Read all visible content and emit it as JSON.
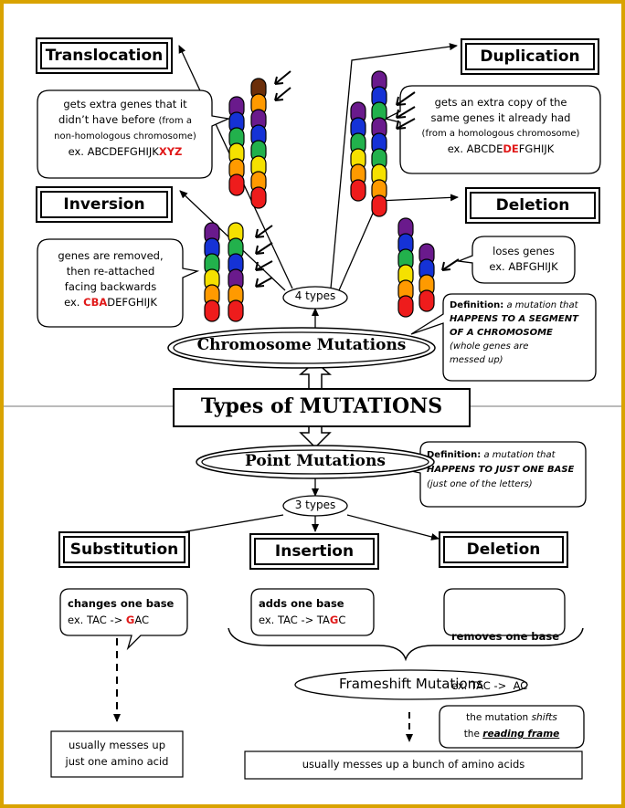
{
  "colors": {
    "border": "#d9a300",
    "red": "#e01919"
  },
  "main_title": "Types of MUTATIONS",
  "chromosome": {
    "title": "Chromosome Mutations",
    "count": "4 types",
    "definition_label": "Definition:",
    "definition_text": "a mutation that",
    "definition_caps_1": "HAPPENS TO A SEGMENT",
    "definition_caps_2": "OF A CHROMOSOME",
    "definition_note_1": "(whole genes are",
    "definition_note_2": "messed up)",
    "translocation": {
      "label": "Translocation",
      "line1": "gets extra genes that it",
      "line2a": "didn’t have before",
      "line2b": "(from a",
      "line3": "non-homologous chromosome)",
      "ex_prefix": "ex. ABCDEFGHIJK",
      "ex_red": "XYZ"
    },
    "duplication": {
      "label": "Duplication",
      "line1": "gets an extra copy of the",
      "line2": "same genes it already had",
      "line3": "(from a homologous chromosome)",
      "ex_prefix": "ex. ABCDE",
      "ex_red": "DE",
      "ex_suffix": "FGHIJK"
    },
    "inversion": {
      "label": "Inversion",
      "line1": "genes are removed,",
      "line2": "then re-attached",
      "line3": "facing backwards",
      "ex_prefix": "ex. ",
      "ex_red": "CBA",
      "ex_suffix": "DEFGHIJK"
    },
    "deletion": {
      "label": "Deletion",
      "line1": "loses genes",
      "line2": "ex. ABFGHIJK"
    }
  },
  "point": {
    "title": "Point Mutations",
    "count": "3 types",
    "definition_label": "Definition:",
    "definition_text": "a mutation that",
    "definition_caps": "HAPPENS TO JUST ONE BASE",
    "definition_note": "(just one of the letters)",
    "substitution": {
      "label": "Substitution",
      "line1": "changes one base",
      "ex_prefix": "ex. TAC -> ",
      "ex_red": "G",
      "ex_suffix": "AC"
    },
    "insertion": {
      "label": "Insertion",
      "line1": "adds one base",
      "ex_prefix": "ex. TAC -> TA",
      "ex_red": "G",
      "ex_suffix": "C"
    },
    "deletion": {
      "label": "Deletion",
      "line1": "removes one base",
      "line2": "ex. TAC ->  AC"
    },
    "substitution_result_1": "usually messes up",
    "substitution_result_2": "just one amino acid",
    "frameshift": {
      "title": "Frameshift Mutations",
      "note1a": "the mutation ",
      "note1b": "shifts",
      "note2a": "the ",
      "note2b": "reading frame",
      "result": "usually messes up a bunch of amino acids"
    }
  }
}
